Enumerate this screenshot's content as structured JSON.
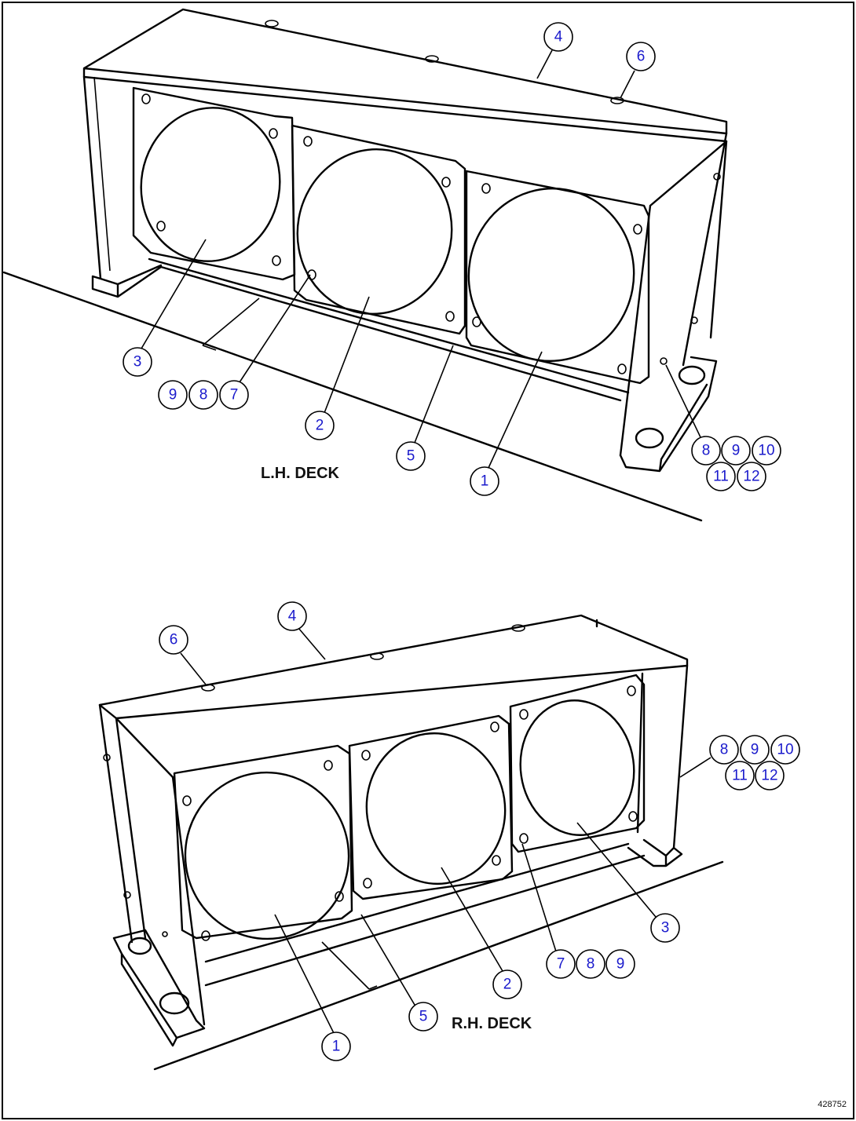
{
  "diagram": {
    "figure_number": "428752",
    "decks": [
      {
        "name": "lh",
        "label": "L.H. DECK",
        "callouts": [
          {
            "id": "lh-4",
            "text": "4"
          },
          {
            "id": "lh-6",
            "text": "6"
          },
          {
            "id": "lh-3",
            "text": "3"
          },
          {
            "id": "lh-9a",
            "text": "9"
          },
          {
            "id": "lh-8a",
            "text": "8"
          },
          {
            "id": "lh-7",
            "text": "7"
          },
          {
            "id": "lh-2",
            "text": "2"
          },
          {
            "id": "lh-5",
            "text": "5"
          },
          {
            "id": "lh-1",
            "text": "1"
          },
          {
            "id": "lh-8b",
            "text": "8"
          },
          {
            "id": "lh-9b",
            "text": "9"
          },
          {
            "id": "lh-10",
            "text": "10"
          },
          {
            "id": "lh-11",
            "text": "11"
          },
          {
            "id": "lh-12",
            "text": "12"
          }
        ]
      },
      {
        "name": "rh",
        "label": "R.H. DECK",
        "callouts": [
          {
            "id": "rh-4",
            "text": "4"
          },
          {
            "id": "rh-6",
            "text": "6"
          },
          {
            "id": "rh-8a",
            "text": "8"
          },
          {
            "id": "rh-9a",
            "text": "9"
          },
          {
            "id": "rh-10",
            "text": "10"
          },
          {
            "id": "rh-11",
            "text": "11"
          },
          {
            "id": "rh-12",
            "text": "12"
          },
          {
            "id": "rh-3",
            "text": "3"
          },
          {
            "id": "rh-7",
            "text": "7"
          },
          {
            "id": "rh-8b",
            "text": "8"
          },
          {
            "id": "rh-9b",
            "text": "9"
          },
          {
            "id": "rh-2",
            "text": "2"
          },
          {
            "id": "rh-5",
            "text": "5"
          },
          {
            "id": "rh-1",
            "text": "1"
          }
        ]
      }
    ]
  },
  "colors": {
    "line": "#000000",
    "callout_text": "#1a1acc",
    "background": "#ffffff"
  }
}
